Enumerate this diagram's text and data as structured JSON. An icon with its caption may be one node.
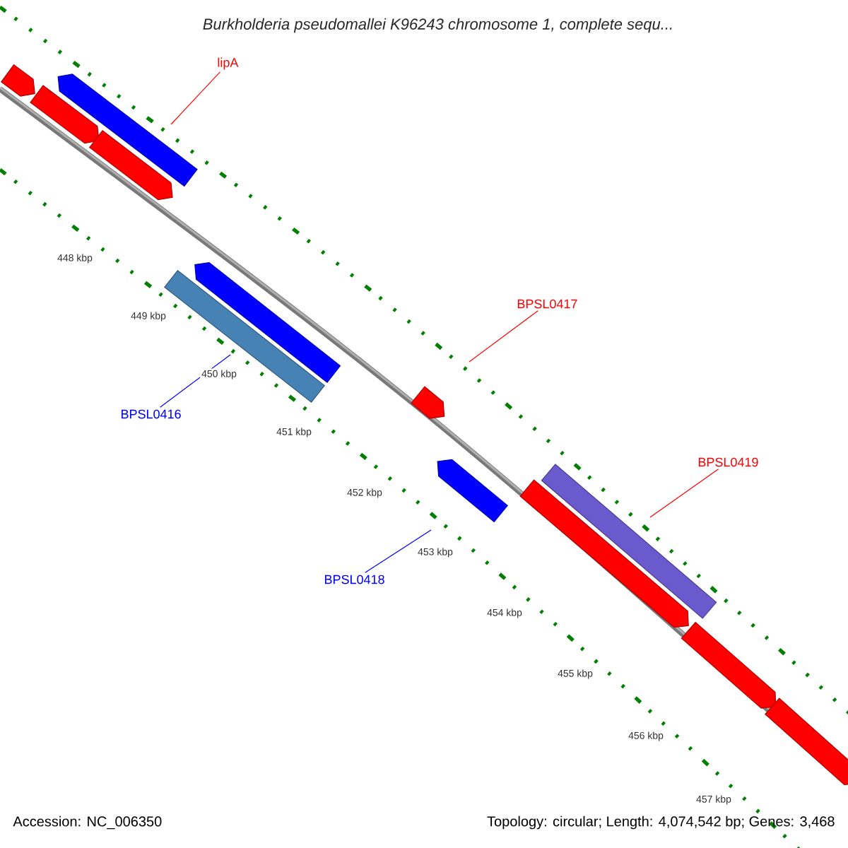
{
  "diagram": {
    "title": "Burkholderia pseudomallei K96243 chromosome 1, complete sequ...",
    "nodes": [
      {
        "text": [
          "lipA"
        ]
      },
      {
        "text": [
          "BPSL0417"
        ]
      },
      {
        "text": [
          "BPSL0416"
        ]
      },
      {
        "text": [
          "BPSL0419"
        ]
      },
      {
        "text": [
          "BPSL0418"
        ]
      }
    ],
    "edges": [
      {
        "from": 0,
        "to": null,
        "arrow": "none"
      },
      {
        "from": 1,
        "to": null,
        "arrow": "none"
      },
      {
        "from": 2,
        "to": null,
        "arrow": "none",
        "color": "#0000ff"
      },
      {
        "from": 3,
        "to": null,
        "arrow": "none"
      },
      {
        "from": 4,
        "to": null,
        "arrow": "none",
        "color": "#0000ff"
      }
    ],
    "labels": [
      "448 kbp",
      "449 kbp",
      "450 kbp",
      "451 kbp",
      "452 kbp",
      "453 kbp",
      "454 kbp",
      "455 kbp",
      "456 kbp",
      "457 kbp",
      "Accession: NC_006350",
      "Topology: circular; Length: 4,074,542 bp; Genes: 3,468"
    ]
  }
}
